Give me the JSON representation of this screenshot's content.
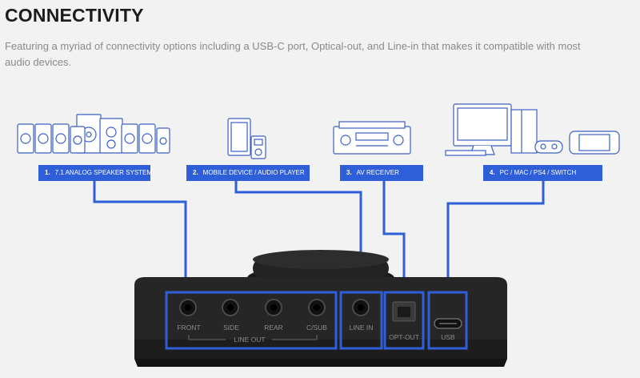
{
  "title": "CONNECTIVITY",
  "description": "Featuring a myriad of connectivity options including a USB-C port, Optical-out, and Line-in that makes it compatible with most audio devices.",
  "colors": {
    "accent": "#2f5fd8",
    "device_body": "#262626",
    "background": "#f2f2f2"
  },
  "devices": [
    {
      "num": "1.",
      "label": "7.1 ANALOG SPEAKER SYSTEM",
      "icon": "speaker-system-icon"
    },
    {
      "num": "2.",
      "label": "MOBILE DEVICE / AUDIO PLAYER",
      "icon": "mobile-player-icon"
    },
    {
      "num": "3.",
      "label": "AV RECEIVER",
      "icon": "av-receiver-icon"
    },
    {
      "num": "4.",
      "label": "PC / MAC / PS4 / SWITCH",
      "icon": "pc-console-icon"
    }
  ],
  "ports": {
    "front": "FRONT",
    "side": "SIDE",
    "rear": "REAR",
    "csub": "C/SUB",
    "line_out": "LINE OUT",
    "line_in": "LINE IN",
    "opt_out": "OPT-OUT",
    "usb": "USB"
  }
}
